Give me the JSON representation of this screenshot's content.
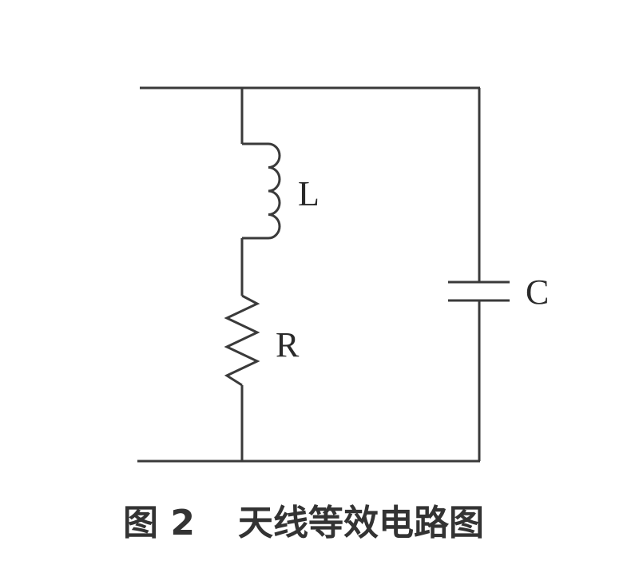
{
  "diagram": {
    "components": {
      "inductor": {
        "label": "L"
      },
      "resistor": {
        "label": "R"
      },
      "capacitor": {
        "label": "C"
      }
    },
    "caption": {
      "number": "图 2",
      "title": "天线等效电路图"
    },
    "colors": {
      "wire": "#3a3a3a",
      "text": "#2a2a2a"
    }
  }
}
